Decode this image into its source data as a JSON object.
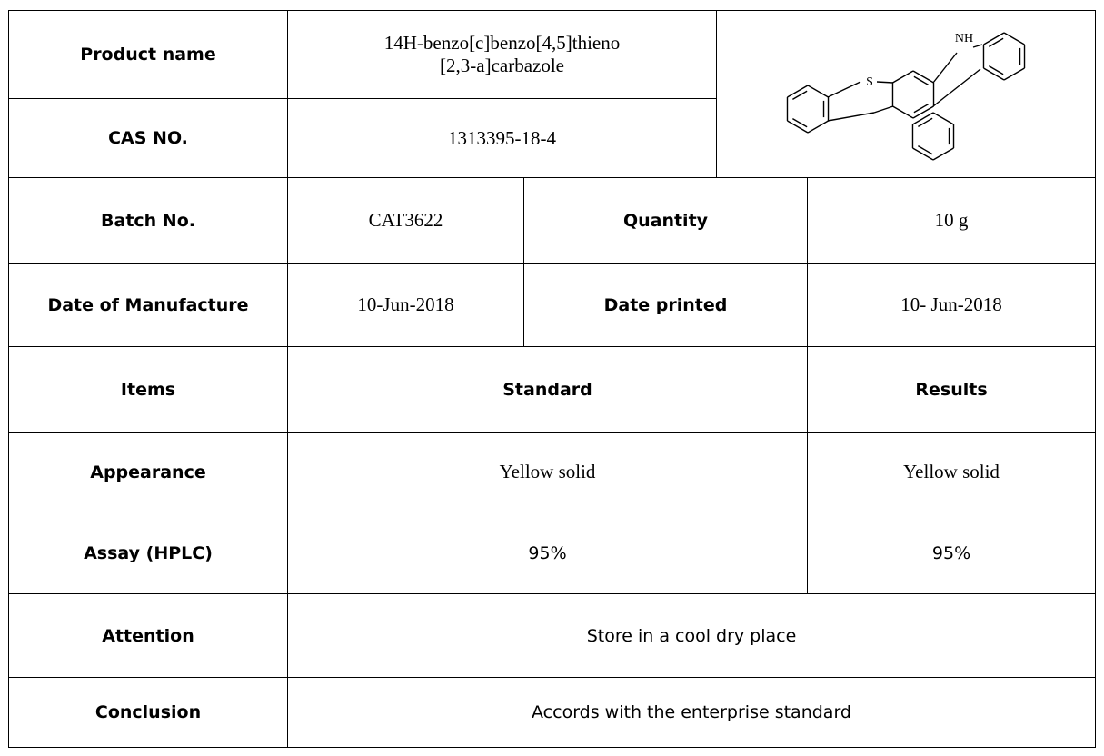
{
  "product": {
    "name_label": "Product name",
    "name_line1": "14H-benzo[c]benzo[4,5]thieno",
    "name_line2": "[2,3-a]carbazole",
    "cas_label": "CAS NO.",
    "cas_value": "1313395-18-4",
    "structure": {
      "atoms": [
        "S",
        "NH"
      ]
    }
  },
  "batch": {
    "batch_label": "Batch No.",
    "batch_value": "CAT3622",
    "quantity_label": "Quantity",
    "quantity_value": "10 g"
  },
  "dates": {
    "manufacture_label": "Date of Manufacture",
    "manufacture_value": "10-Jun-2018",
    "printed_label": "Date printed",
    "printed_value": "10- Jun-2018"
  },
  "header": {
    "items": "Items",
    "standard": "Standard",
    "results": "Results"
  },
  "rows": [
    {
      "item": "Appearance",
      "standard": "Yellow solid",
      "result": "Yellow solid"
    },
    {
      "item": "Assay (HPLC)",
      "standard": "95%",
      "result": "95%"
    }
  ],
  "attention": {
    "label": "Attention",
    "value": "Store in a cool dry place"
  },
  "conclusion": {
    "label": "Conclusion",
    "value": "Accords with the enterprise standard"
  }
}
